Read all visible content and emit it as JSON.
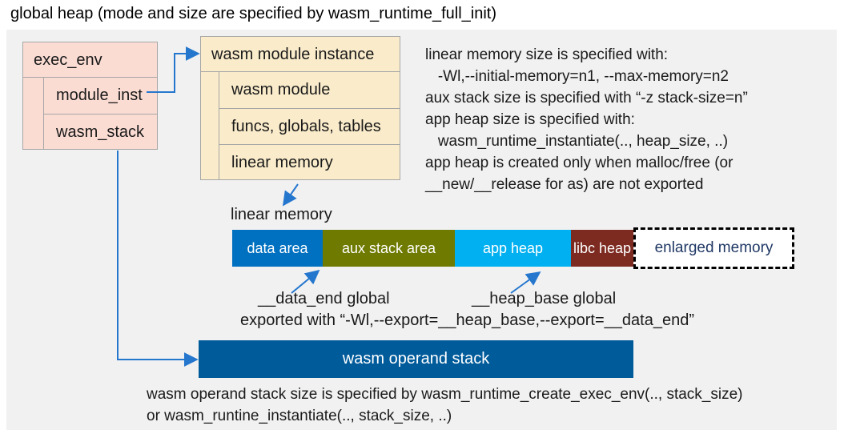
{
  "title": "global heap (mode and size are specified by wasm_runtime_full_init)",
  "exec_env": {
    "header": "exec_env",
    "rows": [
      "module_inst",
      "wasm_stack"
    ]
  },
  "module_instance": {
    "header": "wasm module instance",
    "rows": [
      "wasm module",
      "funcs, globals, tables",
      "linear memory"
    ]
  },
  "notes": {
    "lines": [
      "linear memory size is specified with:",
      "   -Wl,--initial-memory=n1, --max-memory=n2",
      "aux stack size is specified with “-z stack-size=n”",
      "app heap size is specified with:",
      "   wasm_runtime_instantiate(.., heap_size, ..)",
      "app heap is created only when malloc/free (or",
      "__new/__release for as) are not exported"
    ]
  },
  "linear_memory": {
    "label": "linear memory",
    "segments": [
      {
        "label": "data area",
        "color": "#0070c0",
        "width": 113
      },
      {
        "label": "aux stack area",
        "color": "#6e7a00",
        "width": 165
      },
      {
        "label": "app heap",
        "color": "#00b0f0",
        "width": 145
      },
      {
        "label": "libc heap",
        "color": "#7d2a20",
        "width": 78
      }
    ],
    "enlarged_label": "enlarged memory"
  },
  "annotations": {
    "data_end": "__data_end global",
    "heap_base": "__heap_base global",
    "exported": "exported with “-Wl,--export=__heap_base,--export=__data_end”"
  },
  "operand_stack": {
    "label": "wasm operand stack"
  },
  "footer": {
    "lines": [
      "wasm operand stack size is specified by wasm_runtime_create_exec_env(.., stack_size)",
      "or wasm_runtine_instantiate(.., stack_size, ..)"
    ]
  },
  "colors": {
    "board_bg": "#f1f1f2",
    "exec_fill": "#fadcd3",
    "inst_fill": "#faeccb",
    "border_gray": "#a6a6a6",
    "arrow_blue": "#2577ce",
    "operand_fill": "#005b9b",
    "enlarged_text": "#1f3864",
    "text_dark": "#1a1a1a"
  }
}
